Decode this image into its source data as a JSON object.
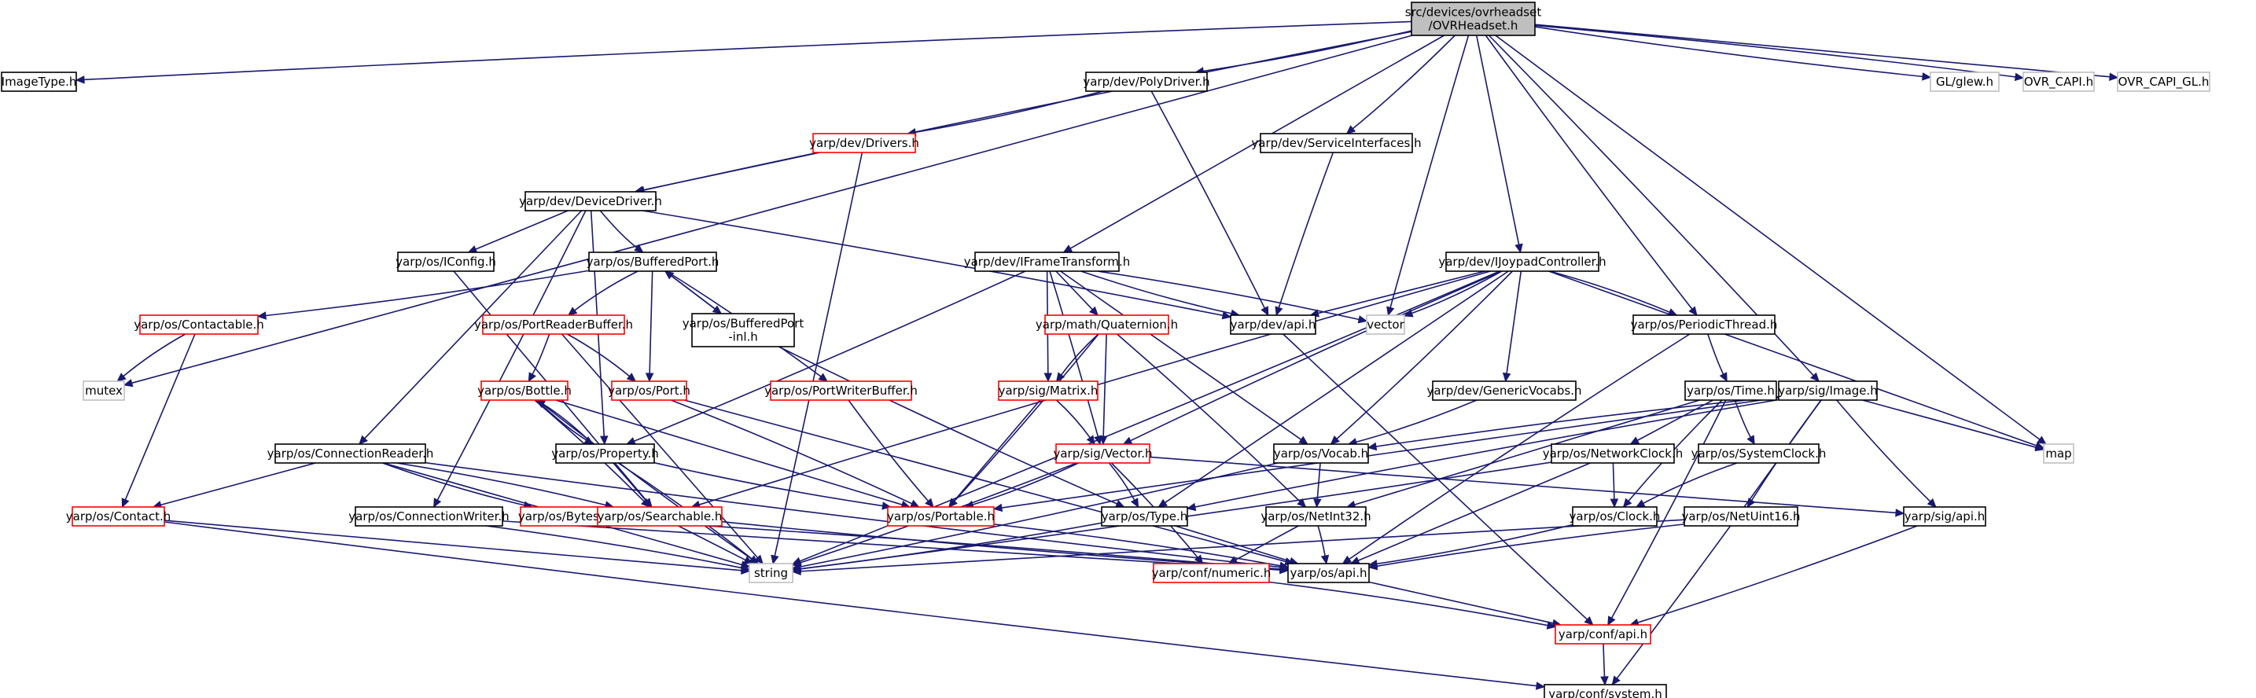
{
  "colors": {
    "edge": "#191970",
    "border_normal": "#000000",
    "border_incomplete": "#ff0000",
    "border_external": "#bfbfbf",
    "fill_root": "#bfbfbf",
    "fill_default": "#ffffff"
  },
  "nodes": [
    {
      "id": "root",
      "lines": [
        "src/devices/ovrheadset",
        "/OVRHeadset.h"
      ],
      "style": "root"
    },
    {
      "id": "imagetype",
      "lines": [
        "ImageType.h"
      ],
      "style": "normal"
    },
    {
      "id": "polydriver",
      "lines": [
        "yarp/dev/PolyDriver.h"
      ],
      "style": "normal"
    },
    {
      "id": "glew",
      "lines": [
        "GL/glew.h"
      ],
      "style": "external"
    },
    {
      "id": "ovrcapi",
      "lines": [
        "OVR_CAPI.h"
      ],
      "style": "external"
    },
    {
      "id": "ovrcapigl",
      "lines": [
        "OVR_CAPI_GL.h"
      ],
      "style": "external"
    },
    {
      "id": "drivers",
      "lines": [
        "yarp/dev/Drivers.h"
      ],
      "style": "incomplete"
    },
    {
      "id": "serviceif",
      "lines": [
        "yarp/dev/ServiceInterfaces.h"
      ],
      "style": "normal"
    },
    {
      "id": "devicedriver",
      "lines": [
        "yarp/dev/DeviceDriver.h"
      ],
      "style": "normal"
    },
    {
      "id": "iconfig",
      "lines": [
        "yarp/os/IConfig.h"
      ],
      "style": "normal"
    },
    {
      "id": "bufferedport",
      "lines": [
        "yarp/os/BufferedPort.h"
      ],
      "style": "normal"
    },
    {
      "id": "iframe",
      "lines": [
        "yarp/dev/IFrameTransform.h"
      ],
      "style": "normal"
    },
    {
      "id": "ijoypad",
      "lines": [
        "yarp/dev/IJoypadController.h"
      ],
      "style": "normal"
    },
    {
      "id": "contactable",
      "lines": [
        "yarp/os/Contactable.h"
      ],
      "style": "incomplete"
    },
    {
      "id": "portreaderbuffer",
      "lines": [
        "yarp/os/PortReaderBuffer.h"
      ],
      "style": "incomplete"
    },
    {
      "id": "bufferedportinl",
      "lines": [
        "yarp/os/BufferedPort",
        "-inl.h"
      ],
      "style": "normal"
    },
    {
      "id": "quaternion",
      "lines": [
        "yarp/math/Quaternion.h"
      ],
      "style": "incomplete"
    },
    {
      "id": "devapi",
      "lines": [
        "yarp/dev/api.h"
      ],
      "style": "normal"
    },
    {
      "id": "vector",
      "lines": [
        "vector"
      ],
      "style": "external"
    },
    {
      "id": "periodicthread",
      "lines": [
        "yarp/os/PeriodicThread.h"
      ],
      "style": "normal"
    },
    {
      "id": "mutex",
      "lines": [
        "mutex"
      ],
      "style": "external"
    },
    {
      "id": "bottle",
      "lines": [
        "yarp/os/Bottle.h"
      ],
      "style": "incomplete"
    },
    {
      "id": "port",
      "lines": [
        "yarp/os/Port.h"
      ],
      "style": "incomplete"
    },
    {
      "id": "portwriterbuffer",
      "lines": [
        "yarp/os/PortWriterBuffer.h"
      ],
      "style": "incomplete"
    },
    {
      "id": "sigmatrix",
      "lines": [
        "yarp/sig/Matrix.h"
      ],
      "style": "incomplete"
    },
    {
      "id": "genericvocabs",
      "lines": [
        "yarp/dev/GenericVocabs.h"
      ],
      "style": "normal"
    },
    {
      "id": "ostime",
      "lines": [
        "yarp/os/Time.h"
      ],
      "style": "normal"
    },
    {
      "id": "sigimage",
      "lines": [
        "yarp/sig/Image.h"
      ],
      "style": "normal"
    },
    {
      "id": "map",
      "lines": [
        "map"
      ],
      "style": "external"
    },
    {
      "id": "connreader",
      "lines": [
        "yarp/os/ConnectionReader.h"
      ],
      "style": "normal"
    },
    {
      "id": "property",
      "lines": [
        "yarp/os/Property.h"
      ],
      "style": "normal"
    },
    {
      "id": "sigvector",
      "lines": [
        "yarp/sig/Vector.h"
      ],
      "style": "incomplete"
    },
    {
      "id": "vocab",
      "lines": [
        "yarp/os/Vocab.h"
      ],
      "style": "normal"
    },
    {
      "id": "networkclock",
      "lines": [
        "yarp/os/NetworkClock.h"
      ],
      "style": "normal"
    },
    {
      "id": "systemclock",
      "lines": [
        "yarp/os/SystemClock.h"
      ],
      "style": "normal"
    },
    {
      "id": "contact",
      "lines": [
        "yarp/os/Contact.h"
      ],
      "style": "incomplete"
    },
    {
      "id": "connwriter",
      "lines": [
        "yarp/os/ConnectionWriter.h"
      ],
      "style": "normal"
    },
    {
      "id": "bytes",
      "lines": [
        "yarp/os/Bytes.h"
      ],
      "style": "incomplete"
    },
    {
      "id": "searchable",
      "lines": [
        "yarp/os/Searchable.h"
      ],
      "style": "incomplete"
    },
    {
      "id": "portable",
      "lines": [
        "yarp/os/Portable.h"
      ],
      "style": "incomplete"
    },
    {
      "id": "ostype",
      "lines": [
        "yarp/os/Type.h"
      ],
      "style": "normal"
    },
    {
      "id": "netint32",
      "lines": [
        "yarp/os/NetInt32.h"
      ],
      "style": "normal"
    },
    {
      "id": "osclock",
      "lines": [
        "yarp/os/Clock.h"
      ],
      "style": "normal"
    },
    {
      "id": "netuint16",
      "lines": [
        "yarp/os/NetUint16.h"
      ],
      "style": "normal"
    },
    {
      "id": "sigapi",
      "lines": [
        "yarp/sig/api.h"
      ],
      "style": "normal"
    },
    {
      "id": "string",
      "lines": [
        "string"
      ],
      "style": "external"
    },
    {
      "id": "confnumeric",
      "lines": [
        "yarp/conf/numeric.h"
      ],
      "style": "incomplete"
    },
    {
      "id": "osapi",
      "lines": [
        "yarp/os/api.h"
      ],
      "style": "normal"
    },
    {
      "id": "confapi",
      "lines": [
        "yarp/conf/api.h"
      ],
      "style": "incomplete"
    },
    {
      "id": "confsystem",
      "lines": [
        "yarp/conf/system.h"
      ],
      "style": "normal"
    }
  ],
  "edges": [
    [
      "root",
      "imagetype"
    ],
    [
      "root",
      "mutex"
    ],
    [
      "root",
      "polydriver"
    ],
    [
      "root",
      "devicedriver"
    ],
    [
      "root",
      "iframe"
    ],
    [
      "root",
      "serviceif"
    ],
    [
      "root",
      "vector"
    ],
    [
      "root",
      "ijoypad"
    ],
    [
      "root",
      "periodicthread"
    ],
    [
      "root",
      "sigimage"
    ],
    [
      "root",
      "map"
    ],
    [
      "root",
      "glew"
    ],
    [
      "root",
      "ovrcapi"
    ],
    [
      "root",
      "ovrcapigl"
    ],
    [
      "polydriver",
      "drivers"
    ],
    [
      "polydriver",
      "devapi"
    ],
    [
      "drivers",
      "devicedriver"
    ],
    [
      "drivers",
      "string"
    ],
    [
      "serviceif",
      "devapi"
    ],
    [
      "devicedriver",
      "iconfig"
    ],
    [
      "devicedriver",
      "bufferedport"
    ],
    [
      "devicedriver",
      "devapi"
    ],
    [
      "devicedriver",
      "connreader"
    ],
    [
      "devicedriver",
      "connwriter"
    ],
    [
      "devicedriver",
      "property"
    ],
    [
      "iconfig",
      "searchable"
    ],
    [
      "bufferedport",
      "contactable"
    ],
    [
      "bufferedport",
      "portreaderbuffer"
    ],
    [
      "bufferedport",
      "bufferedportinl"
    ],
    [
      "bufferedport",
      "port"
    ],
    [
      "bufferedport",
      "portwriterbuffer"
    ],
    [
      "bufferedportinl",
      "bufferedport"
    ],
    [
      "bufferedportinl",
      "ostype"
    ],
    [
      "contactable",
      "mutex"
    ],
    [
      "contactable",
      "contact"
    ],
    [
      "portreaderbuffer",
      "bottle"
    ],
    [
      "portreaderbuffer",
      "port"
    ],
    [
      "portreaderbuffer",
      "string"
    ],
    [
      "iframe",
      "devapi"
    ],
    [
      "iframe",
      "vector"
    ],
    [
      "iframe",
      "quaternion"
    ],
    [
      "iframe",
      "sigmatrix"
    ],
    [
      "iframe",
      "sigvector"
    ],
    [
      "iframe",
      "vocab"
    ],
    [
      "iframe",
      "property"
    ],
    [
      "quaternion",
      "sigmatrix"
    ],
    [
      "quaternion",
      "sigvector"
    ],
    [
      "quaternion",
      "portable"
    ],
    [
      "quaternion",
      "netint32"
    ],
    [
      "ijoypad",
      "devapi"
    ],
    [
      "ijoypad",
      "vector"
    ],
    [
      "ijoypad",
      "periodicthread"
    ],
    [
      "ijoypad",
      "genericvocabs"
    ],
    [
      "ijoypad",
      "vocab"
    ],
    [
      "ijoypad",
      "sigvector"
    ],
    [
      "ijoypad",
      "map"
    ],
    [
      "ijoypad",
      "string"
    ],
    [
      "ijoypad",
      "searchable"
    ],
    [
      "ijoypad",
      "ostype"
    ],
    [
      "periodicthread",
      "ostime"
    ],
    [
      "periodicthread",
      "osapi"
    ],
    [
      "ostime",
      "networkclock"
    ],
    [
      "ostime",
      "systemclock"
    ],
    [
      "ostime",
      "osclock"
    ],
    [
      "ostime",
      "netint32"
    ],
    [
      "ostime",
      "confapi"
    ],
    [
      "sigimage",
      "vocab"
    ],
    [
      "sigimage",
      "portable"
    ],
    [
      "sigimage",
      "sigapi"
    ],
    [
      "sigimage",
      "netuint16"
    ],
    [
      "sigimage",
      "map"
    ],
    [
      "sigimage",
      "confsystem"
    ],
    [
      "sigimage",
      "ostype"
    ],
    [
      "devapi",
      "confapi"
    ],
    [
      "bottle",
      "property"
    ],
    [
      "bottle",
      "searchable"
    ],
    [
      "bottle",
      "portable"
    ],
    [
      "bottle",
      "string"
    ],
    [
      "port",
      "portable"
    ],
    [
      "port",
      "osapi"
    ],
    [
      "portwriterbuffer",
      "portable"
    ],
    [
      "sigmatrix",
      "sigvector"
    ],
    [
      "sigmatrix",
      "portable"
    ],
    [
      "genericvocabs",
      "vocab"
    ],
    [
      "property",
      "bottle"
    ],
    [
      "property",
      "searchable"
    ],
    [
      "property",
      "portable"
    ],
    [
      "property",
      "string"
    ],
    [
      "connreader",
      "contact"
    ],
    [
      "connreader",
      "bytes"
    ],
    [
      "connreader",
      "searchable"
    ],
    [
      "connreader",
      "string"
    ],
    [
      "connreader",
      "osapi"
    ],
    [
      "connwriter",
      "string"
    ],
    [
      "connwriter",
      "osapi"
    ],
    [
      "sigvector",
      "portable"
    ],
    [
      "sigvector",
      "ostype"
    ],
    [
      "sigvector",
      "sigapi"
    ],
    [
      "sigvector",
      "string"
    ],
    [
      "sigvector",
      "confnumeric"
    ],
    [
      "vocab",
      "netint32"
    ],
    [
      "vocab",
      "string"
    ],
    [
      "networkclock",
      "osclock"
    ],
    [
      "networkclock",
      "osapi"
    ],
    [
      "networkclock",
      "string"
    ],
    [
      "systemclock",
      "osclock"
    ],
    [
      "contact",
      "string"
    ],
    [
      "contact",
      "confsystem"
    ],
    [
      "bytes",
      "osapi"
    ],
    [
      "searchable",
      "string"
    ],
    [
      "searchable",
      "osapi"
    ],
    [
      "portable",
      "osapi"
    ],
    [
      "ostype",
      "osapi"
    ],
    [
      "ostype",
      "string"
    ],
    [
      "netint32",
      "osapi"
    ],
    [
      "netint32",
      "confnumeric"
    ],
    [
      "osclock",
      "osapi"
    ],
    [
      "netuint16",
      "osapi"
    ],
    [
      "netuint16",
      "string"
    ],
    [
      "sigapi",
      "confapi"
    ],
    [
      "confnumeric",
      "confapi"
    ],
    [
      "osapi",
      "confapi"
    ],
    [
      "confapi",
      "confsystem"
    ]
  ]
}
